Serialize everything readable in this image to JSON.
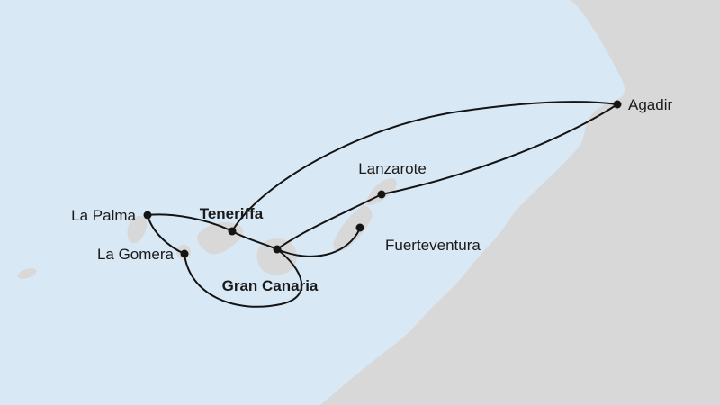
{
  "map": {
    "colors": {
      "sea": "#d9e8f5",
      "land": "#d8d8d8",
      "route": "#141414",
      "label": "#1a1a1a"
    },
    "ports": {
      "la_palma": {
        "label": "La Palma",
        "bold": false
      },
      "la_gomera": {
        "label": "La Gomera",
        "bold": false
      },
      "teneriffa": {
        "label": "Teneriffa",
        "bold": true
      },
      "gran_canaria": {
        "label": "Gran Canaria",
        "bold": true
      },
      "lanzarote": {
        "label": "Lanzarote",
        "bold": false
      },
      "fuerteventura": {
        "label": "Fuerteventura",
        "bold": false
      },
      "agadir": {
        "label": "Agadir",
        "bold": false
      }
    }
  }
}
